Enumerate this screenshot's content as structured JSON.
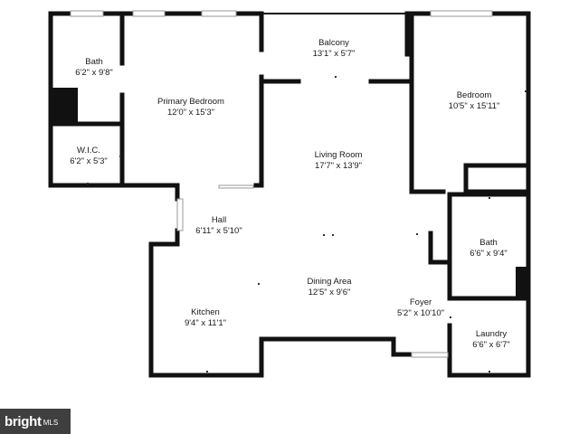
{
  "floorplan": {
    "rooms": [
      {
        "id": "bath-1",
        "name": "Bath",
        "dims": "6'2\" x 9'8\""
      },
      {
        "id": "primary-bedroom",
        "name": "Primary Bedroom",
        "dims": "12'0\" x 15'3\""
      },
      {
        "id": "wic",
        "name": "W.I.C.",
        "dims": "6'2\" x 5'3\""
      },
      {
        "id": "balcony",
        "name": "Balcony",
        "dims": "13'1\" x 5'7\""
      },
      {
        "id": "bedroom",
        "name": "Bedroom",
        "dims": "10'5\" x 15'11\""
      },
      {
        "id": "living-room",
        "name": "Living Room",
        "dims": "17'7\" x 13'9\""
      },
      {
        "id": "hall",
        "name": "Hall",
        "dims": "6'11\" x 5'10\""
      },
      {
        "id": "bath-2",
        "name": "Bath",
        "dims": "6'6\" x 9'4\""
      },
      {
        "id": "dining-area",
        "name": "Dining Area",
        "dims": "12'5\" x 9'6\""
      },
      {
        "id": "kitchen",
        "name": "Kitchen",
        "dims": "9'4\" x 11'1\""
      },
      {
        "id": "foyer",
        "name": "Foyer",
        "dims": "5'2\" x 10'10\""
      },
      {
        "id": "laundry",
        "name": "Laundry",
        "dims": "6'6\" x 6'7\""
      }
    ]
  },
  "logo": {
    "brand": "bright",
    "suffix": "MLS"
  },
  "colors": {
    "wall": "#111111",
    "window": "#9a9a9a",
    "background": "#ffffff",
    "logo_bg": "#3f3f3f"
  }
}
